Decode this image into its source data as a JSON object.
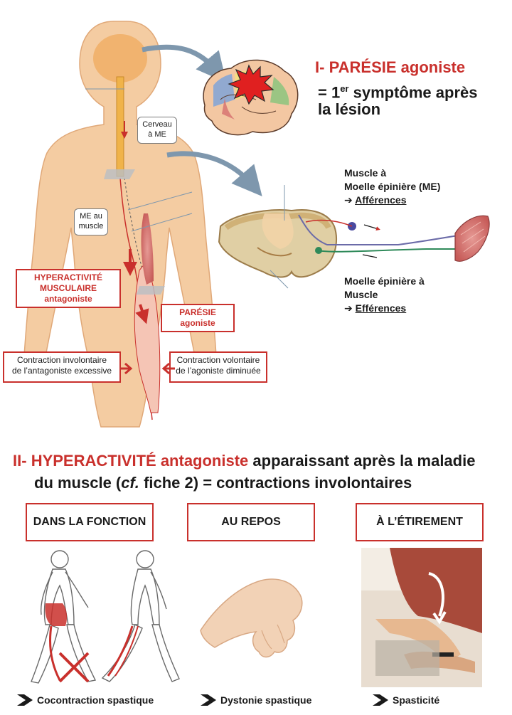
{
  "section1": {
    "number": "I-",
    "title_red": "PARÉSIE",
    "title_rest": "agoniste",
    "line2_prefix": "= 1",
    "line2_sup": "er",
    "line2_suffix": "symptôme après",
    "line3": "la lésion"
  },
  "labels": {
    "cerveau_me_1": "Cerveau",
    "cerveau_me_2": "à ME",
    "me_muscle_1": "ME au",
    "me_muscle_2": "muscle",
    "hyperactivite_1": "HYPERACTIVITÉ",
    "hyperactivite_2": "MUSCULAIRE",
    "hyperactivite_3": "antagoniste",
    "paresie_1": "PARÉSIE",
    "paresie_2": "agoniste",
    "contraction_invol_1": "Contraction involontaire",
    "contraction_invol_2": "de l’antagoniste excessive",
    "contraction_vol_1": "Contraction volontaire",
    "contraction_vol_2": "de l’agoniste diminuée"
  },
  "spinal": {
    "afferent_1": "Muscle à",
    "afferent_2": "Moelle épinière (ME)",
    "afferent_arrow": "➔",
    "afferent_3": "Afférences",
    "efferent_1": "Moelle épinière à",
    "efferent_2": "Muscle",
    "efferent_arrow": "➔",
    "efferent_3": "Efférences"
  },
  "section2": {
    "number": "II-",
    "title_red": "HYPERACTIVITÉ antagoniste",
    "title_rest": "apparaissant après la maladie",
    "line2_a": "du muscle (",
    "line2_italic": "cf.",
    "line2_b": "fiche 2) = contractions involontaires"
  },
  "categories": [
    {
      "label": "DANS LA FONCTION",
      "caption": "Cocontraction spastique"
    },
    {
      "label": "AU REPOS",
      "caption": "Dystonie spastique"
    },
    {
      "label": "À L’ÉTIREMENT",
      "caption": "Spasticité"
    }
  ],
  "colors": {
    "accent": "#c9302c",
    "body": "#f3c79a",
    "arrow": "#7e97ad"
  }
}
